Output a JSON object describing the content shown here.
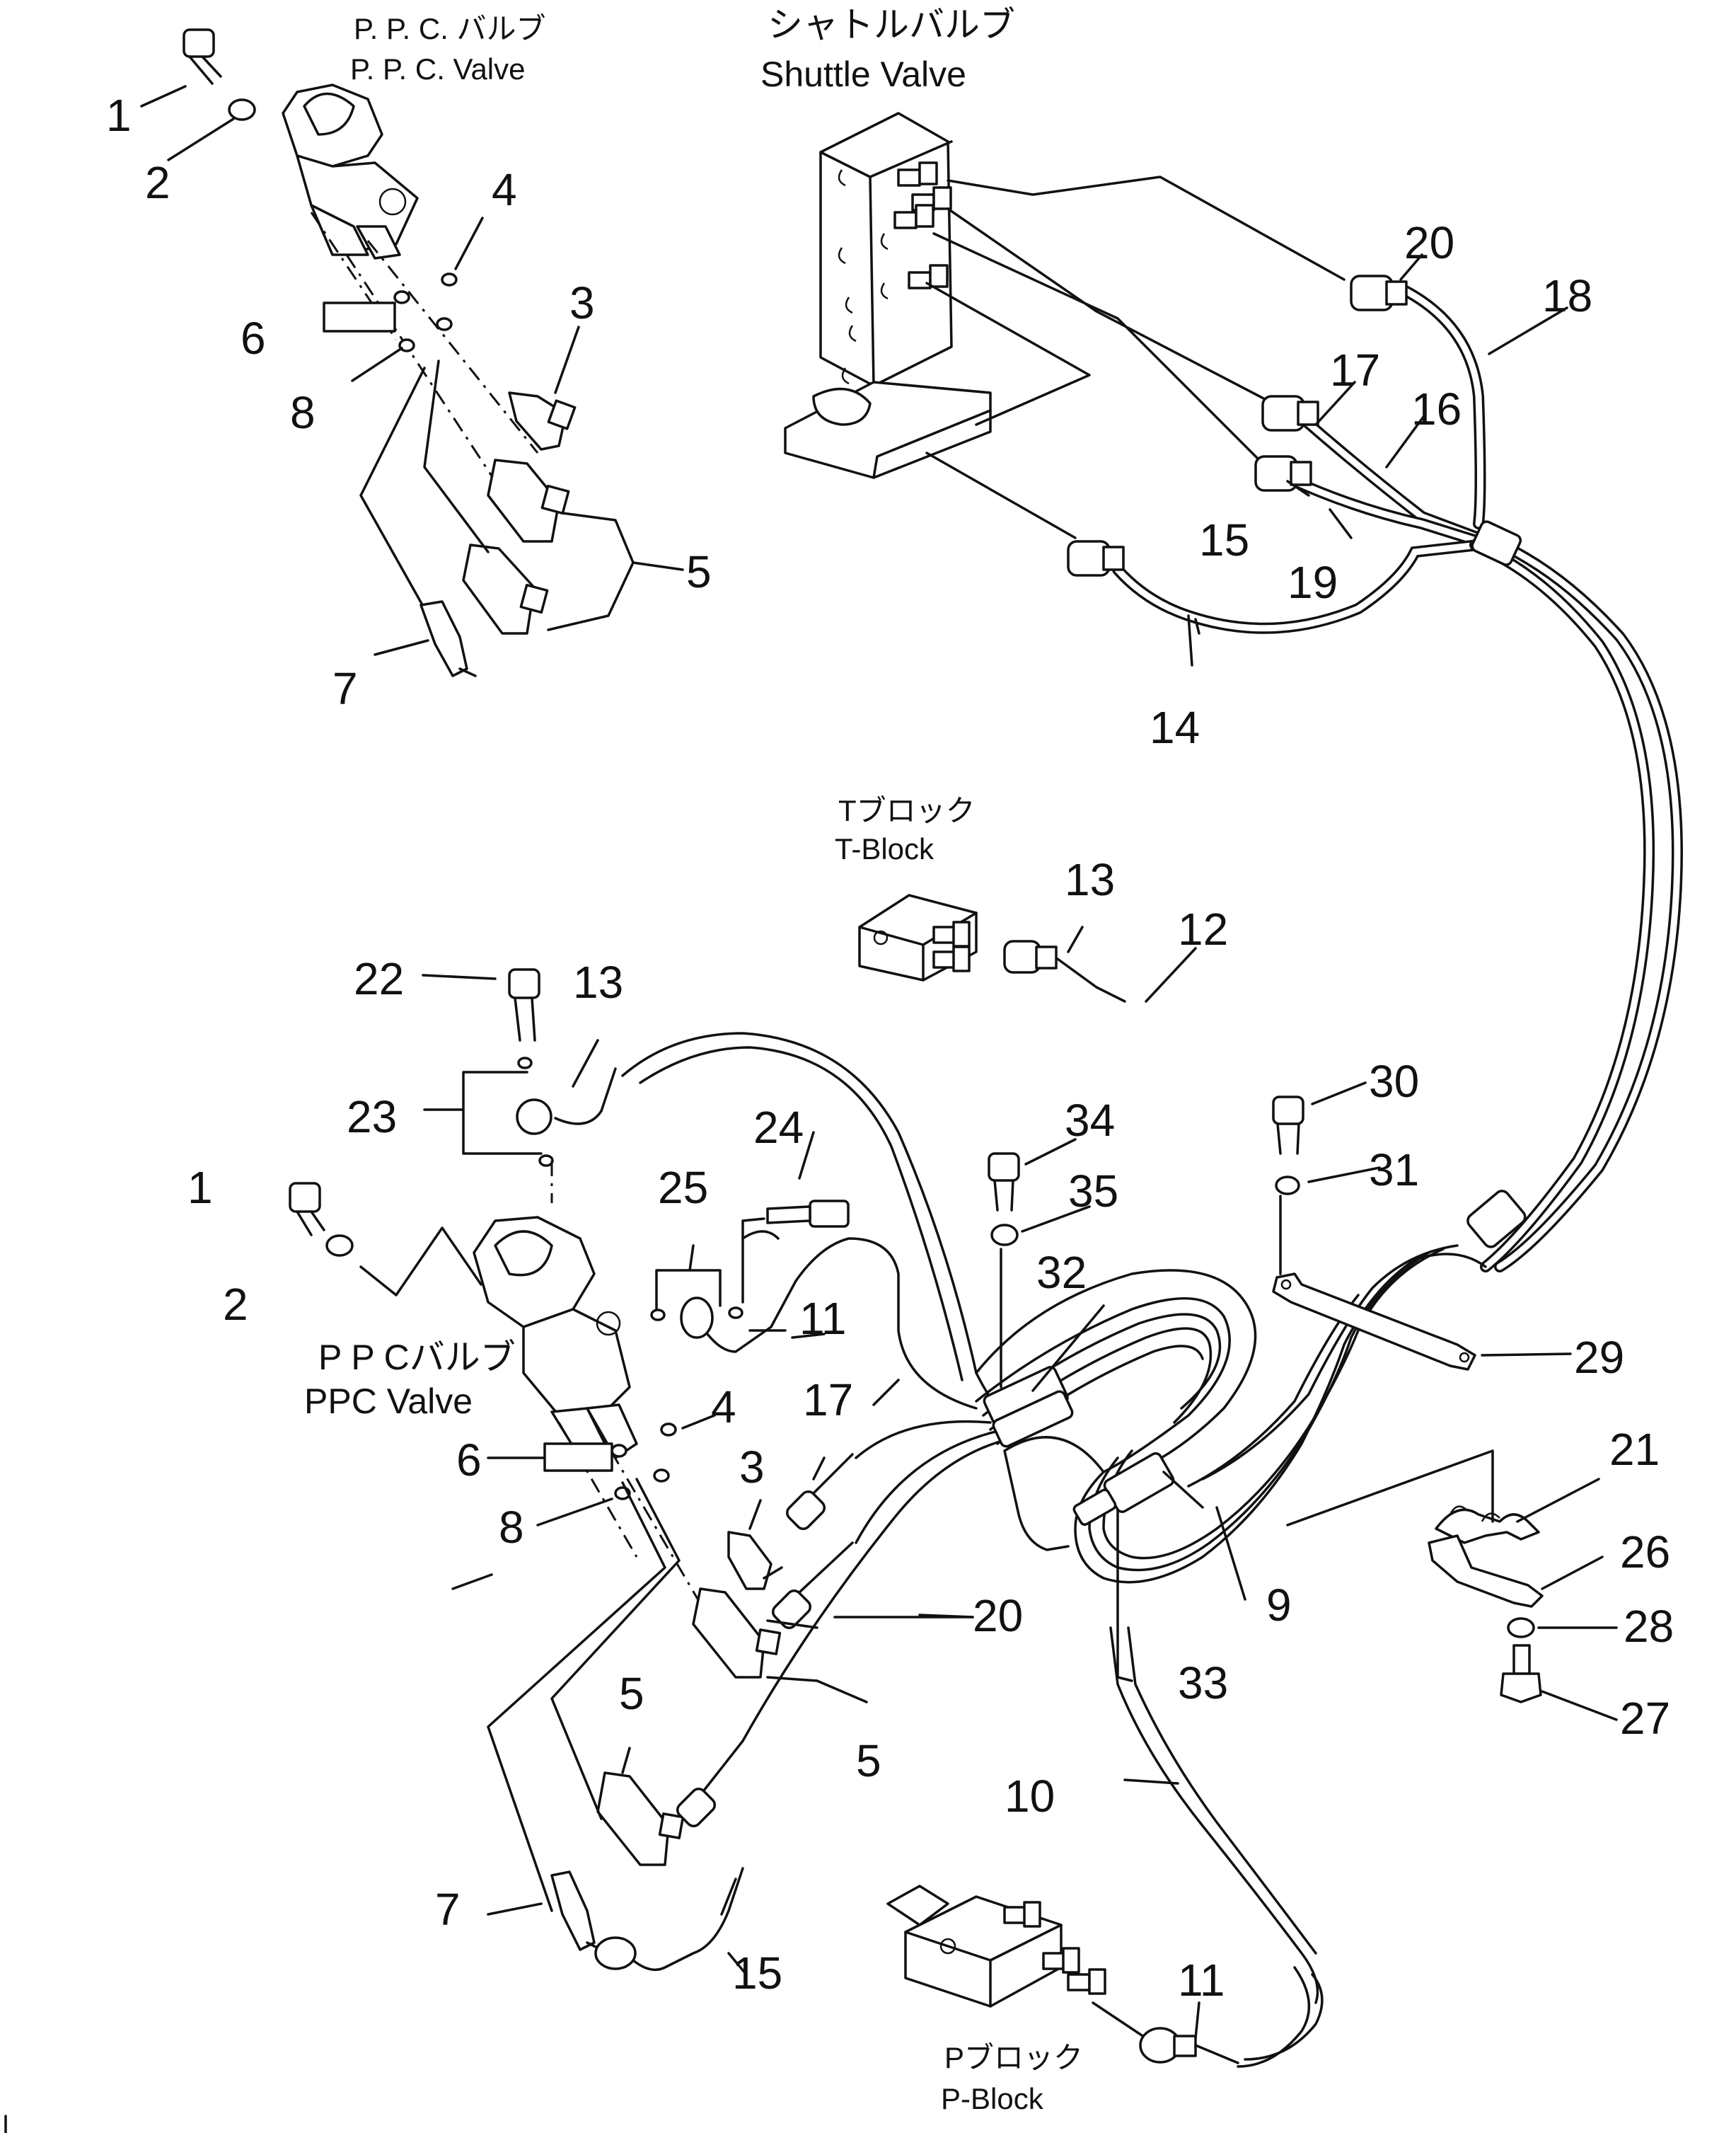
{
  "captions": {
    "ppc_valve_top_jp": "P. P. C. バルブ",
    "ppc_valve_top_en": "P. P. C.  Valve",
    "shuttle_valve_jp": "シャトルバルブ",
    "shuttle_valve_en": "Shuttle Valve",
    "t_block_jp": "Tブロック",
    "t_block_en": "T-Block",
    "ppc_valve_mid_jp": "P P Cバルブ",
    "ppc_valve_mid_en": "PPC Valve",
    "p_block_jp": "Pブロック",
    "p_block_en": "P-Block"
  },
  "callouts": {
    "c1a": "1",
    "c2a": "2",
    "c3a": "3",
    "c4a": "4",
    "c5a": "5",
    "c6a": "6",
    "c7a": "7",
    "c8a": "8",
    "c20a": "20",
    "c18": "18",
    "c17a": "17",
    "c16": "16",
    "c15a": "15",
    "c19": "19",
    "c14": "14",
    "c13a": "13",
    "c12": "12",
    "c22": "22",
    "c13b": "13",
    "c23": "23",
    "c24": "24",
    "c25": "25",
    "c1b": "1",
    "c2b": "2",
    "c11a": "11",
    "c34": "34",
    "c35": "35",
    "c32": "32",
    "c30": "30",
    "c31": "31",
    "c29": "29",
    "c4b": "4",
    "c6b": "6",
    "c3b": "3",
    "c8b": "8",
    "c17b": "17",
    "c20b": "20",
    "c21": "21",
    "c26": "26",
    "c9": "9",
    "c28": "28",
    "c33": "33",
    "c27": "27",
    "c5b": "5",
    "c5c": "5",
    "c10": "10",
    "c7b": "7",
    "c15b": "15",
    "c11b": "11"
  }
}
